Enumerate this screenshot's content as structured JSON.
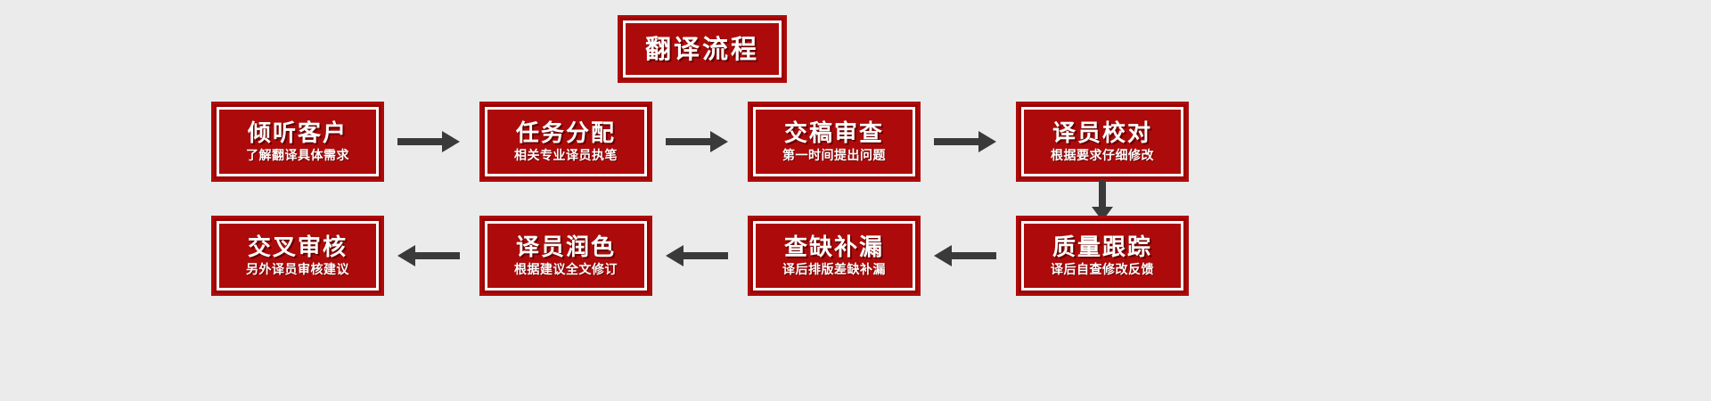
{
  "diagram": {
    "title": "翻译流程",
    "background_color": "#ebebeb",
    "box_fill_color": "#ad0b0b",
    "box_border_color": "#9e0303",
    "text_color": "#ffffff",
    "arrow_color": "#3a3a3a",
    "rows": [
      {
        "direction": "left-to-right",
        "steps": [
          {
            "title": "倾听客户",
            "sub": "了解翻译具体需求"
          },
          {
            "title": "任务分配",
            "sub": "相关专业译员执笔"
          },
          {
            "title": "交稿审查",
            "sub": "第一时间提出问题"
          },
          {
            "title": "译员校对",
            "sub": "根据要求仔细修改"
          }
        ]
      },
      {
        "direction": "right-to-left",
        "steps": [
          {
            "title": "交叉审核",
            "sub": "另外译员审核建议"
          },
          {
            "title": "译员润色",
            "sub": "根据建议全文修订"
          },
          {
            "title": "查缺补漏",
            "sub": "译后排版差缺补漏"
          },
          {
            "title": "质量跟踪",
            "sub": "译后自查修改反馈"
          }
        ]
      }
    ],
    "connectors": [
      {
        "name": "arrow-right-1",
        "icon": "arrow-right-icon"
      },
      {
        "name": "arrow-right-2",
        "icon": "arrow-right-icon"
      },
      {
        "name": "arrow-right-3",
        "icon": "arrow-right-icon"
      },
      {
        "name": "arrow-down-right-side",
        "icon": "arrow-down-icon"
      },
      {
        "name": "arrow-left-1",
        "icon": "arrow-left-icon"
      },
      {
        "name": "arrow-left-2",
        "icon": "arrow-left-icon"
      },
      {
        "name": "arrow-left-3",
        "icon": "arrow-left-icon"
      }
    ]
  }
}
